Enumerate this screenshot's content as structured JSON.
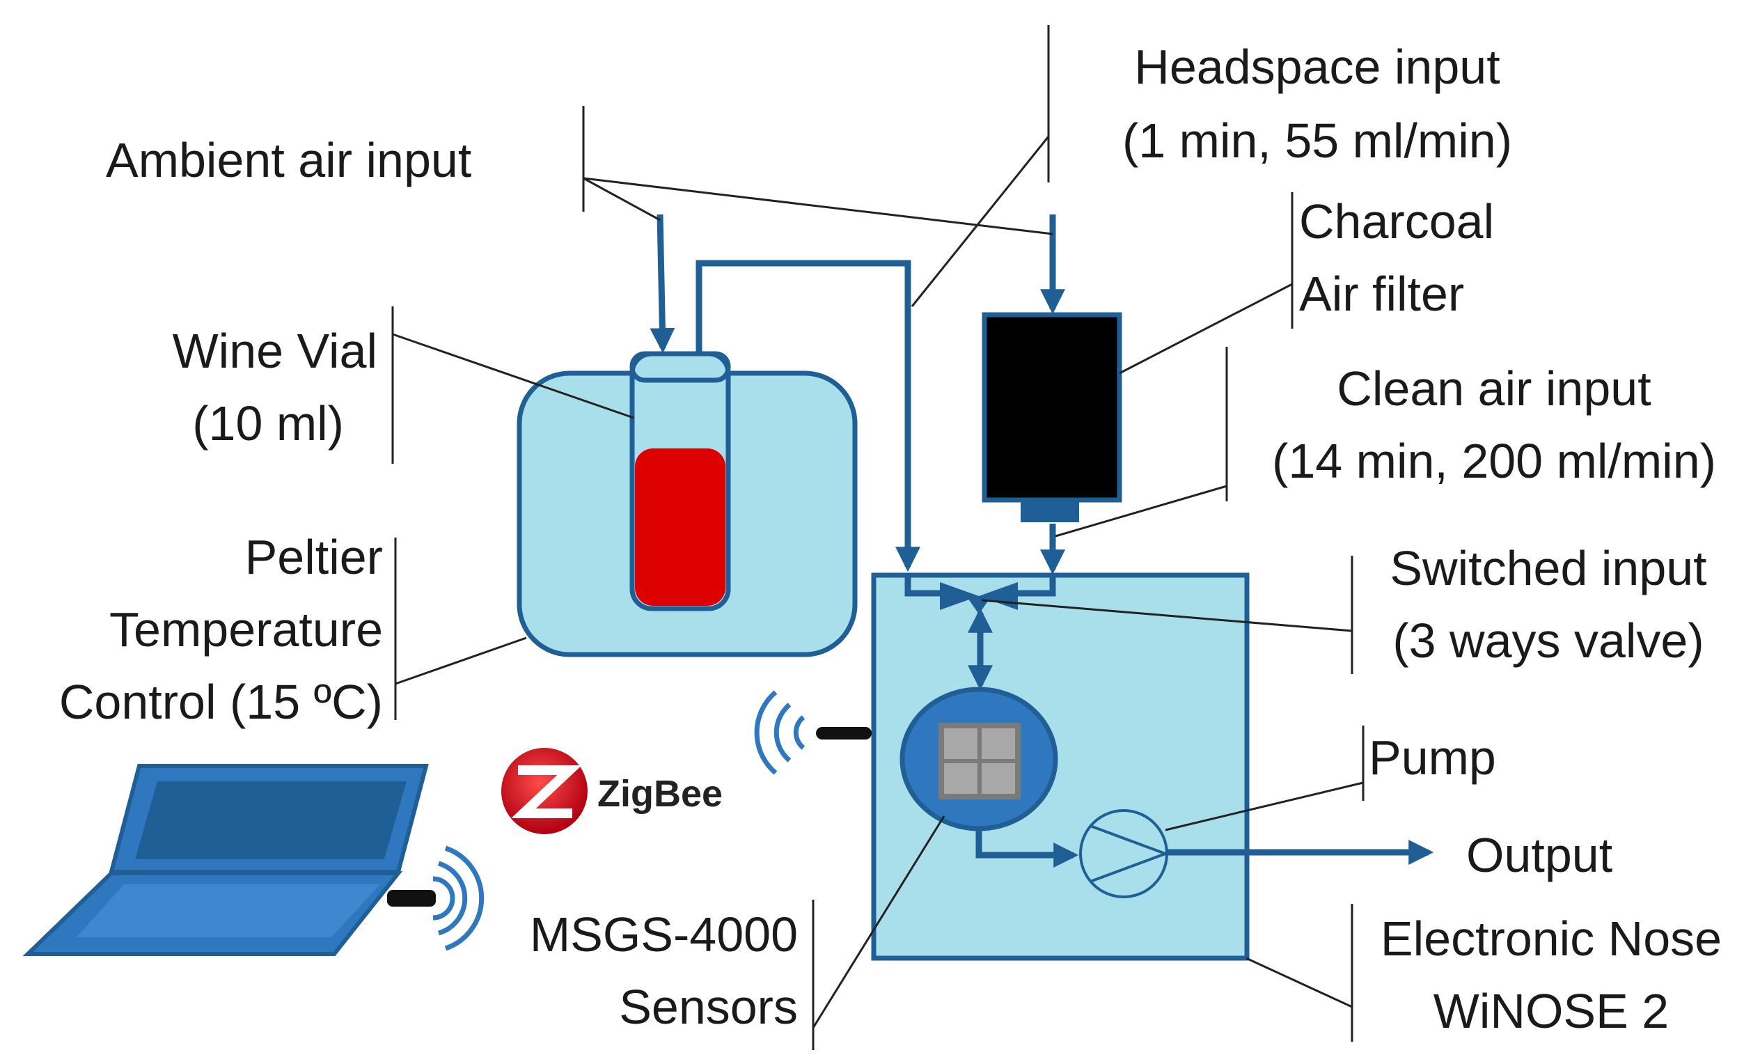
{
  "labels": {
    "ambient_air_input": "Ambient air input",
    "headspace_input": "Headspace input",
    "headspace_detail": "(1 min, 55 ml/min)",
    "charcoal": "Charcoal",
    "air_filter": "Air filter",
    "wine_vial": "Wine Vial",
    "wine_vial_volume": "(10 ml)",
    "clean_air_input": "Clean air input",
    "clean_air_detail": "(14 min, 200 ml/min)",
    "peltier": "Peltier",
    "temperature": "Temperature",
    "control": "Control  (15 ºC)",
    "switched_input": "Switched input",
    "three_way_valve": "(3 ways valve)",
    "pump": "Pump",
    "output": "Output",
    "msgs_model": "MSGS-4000",
    "sensors": "Sensors",
    "electronic_nose": "Electronic Nose",
    "winose": "WiNOSE 2",
    "zigbee_logo_text": "ZigBee"
  },
  "colors": {
    "pipe": "#1f5f96",
    "container_fill": "#a9dfeb",
    "container_stroke": "#1f5f96",
    "wine": "#dd0000",
    "filter": "#000000",
    "laptop_body": "#2f78bf",
    "laptop_screen": "#1f5f96",
    "sensor_grid": "#9a9a9a",
    "zigbee_red": "#d71920",
    "leader_line": "#222222",
    "wireless": "#2f78bf"
  },
  "icons": [
    "laptop-icon",
    "zigbee-logo",
    "wireless-signal-icon",
    "pump-icon",
    "valve-icon",
    "sensor-array-icon"
  ]
}
